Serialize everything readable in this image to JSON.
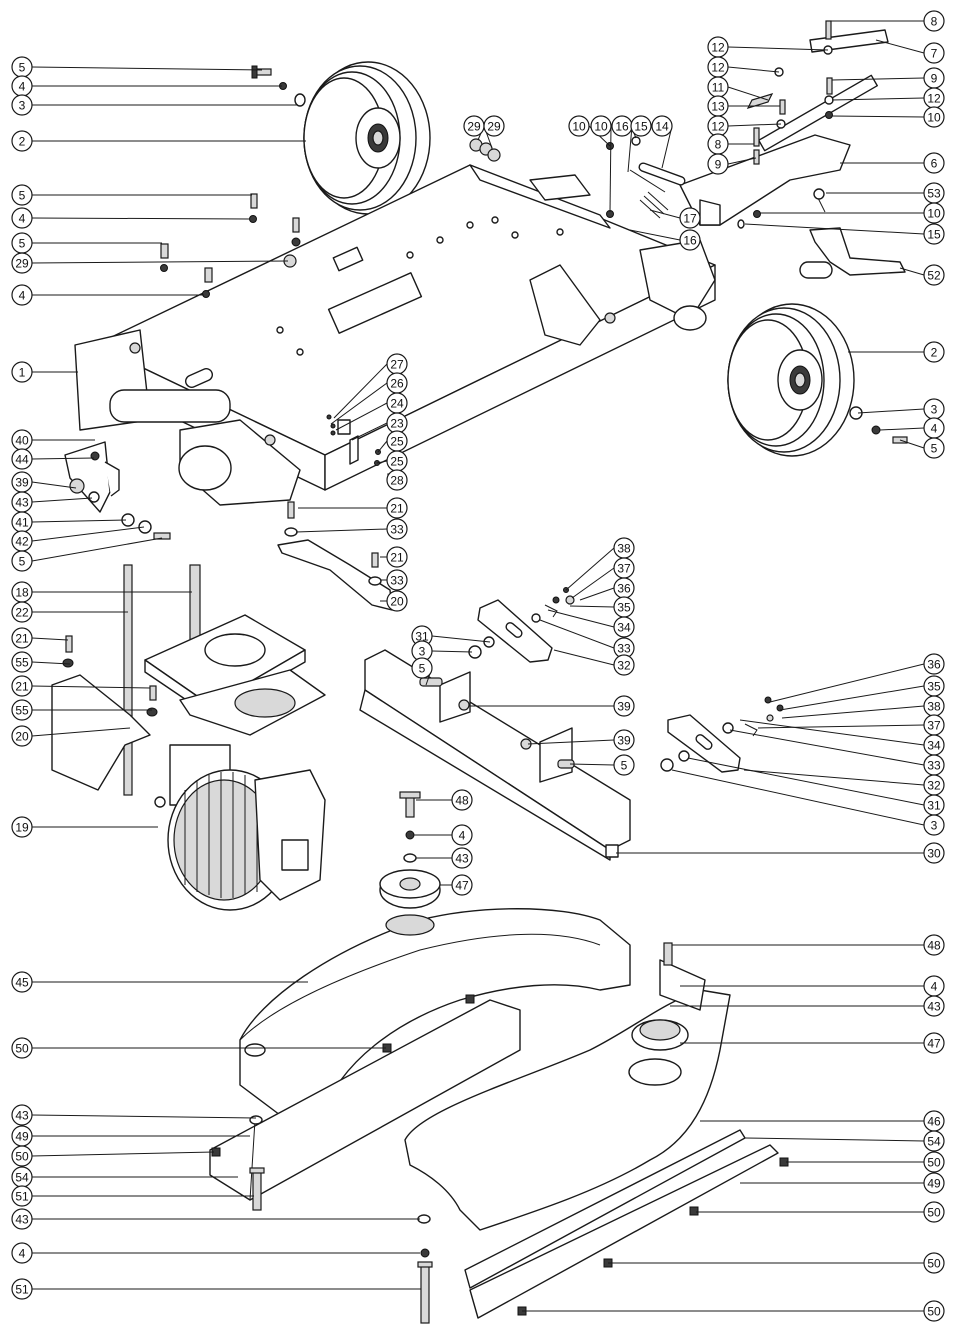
{
  "callouts": [
    {
      "n": "8"
    },
    {
      "n": "12"
    },
    {
      "n": "7"
    },
    {
      "n": "12"
    },
    {
      "n": "9"
    },
    {
      "n": "11"
    },
    {
      "n": "12"
    },
    {
      "n": "13"
    },
    {
      "n": "10"
    },
    {
      "n": "12"
    },
    {
      "n": "29"
    },
    {
      "n": "29"
    },
    {
      "n": "10"
    },
    {
      "n": "10"
    },
    {
      "n": "16"
    },
    {
      "n": "15"
    },
    {
      "n": "14"
    },
    {
      "n": "8"
    },
    {
      "n": "9"
    },
    {
      "n": "6"
    },
    {
      "n": "53"
    },
    {
      "n": "17"
    },
    {
      "n": "10"
    },
    {
      "n": "16"
    },
    {
      "n": "15"
    },
    {
      "n": "52"
    },
    {
      "n": "5"
    },
    {
      "n": "4"
    },
    {
      "n": "3"
    },
    {
      "n": "2"
    },
    {
      "n": "5"
    },
    {
      "n": "4"
    },
    {
      "n": "5"
    },
    {
      "n": "29"
    },
    {
      "n": "4"
    },
    {
      "n": "1"
    },
    {
      "n": "2"
    },
    {
      "n": "3"
    },
    {
      "n": "4"
    },
    {
      "n": "5"
    },
    {
      "n": "27"
    },
    {
      "n": "26"
    },
    {
      "n": "24"
    },
    {
      "n": "23"
    },
    {
      "n": "25"
    },
    {
      "n": "25"
    },
    {
      "n": "28"
    },
    {
      "n": "40"
    },
    {
      "n": "44"
    },
    {
      "n": "39"
    },
    {
      "n": "43"
    },
    {
      "n": "41"
    },
    {
      "n": "42"
    },
    {
      "n": "5"
    },
    {
      "n": "21"
    },
    {
      "n": "33"
    },
    {
      "n": "21"
    },
    {
      "n": "33"
    },
    {
      "n": "20"
    },
    {
      "n": "18"
    },
    {
      "n": "22"
    },
    {
      "n": "21"
    },
    {
      "n": "55"
    },
    {
      "n": "21"
    },
    {
      "n": "55"
    },
    {
      "n": "20"
    },
    {
      "n": "38"
    },
    {
      "n": "37"
    },
    {
      "n": "36"
    },
    {
      "n": "35"
    },
    {
      "n": "34"
    },
    {
      "n": "33"
    },
    {
      "n": "32"
    },
    {
      "n": "31"
    },
    {
      "n": "3"
    },
    {
      "n": "5"
    },
    {
      "n": "39"
    },
    {
      "n": "39"
    },
    {
      "n": "5"
    },
    {
      "n": "36"
    },
    {
      "n": "35"
    },
    {
      "n": "38"
    },
    {
      "n": "37"
    },
    {
      "n": "34"
    },
    {
      "n": "33"
    },
    {
      "n": "32"
    },
    {
      "n": "31"
    },
    {
      "n": "3"
    },
    {
      "n": "30"
    },
    {
      "n": "19"
    },
    {
      "n": "48"
    },
    {
      "n": "4"
    },
    {
      "n": "43"
    },
    {
      "n": "47"
    },
    {
      "n": "45"
    },
    {
      "n": "48"
    },
    {
      "n": "4"
    },
    {
      "n": "43"
    },
    {
      "n": "47"
    },
    {
      "n": "50"
    },
    {
      "n": "46"
    },
    {
      "n": "43"
    },
    {
      "n": "49"
    },
    {
      "n": "50"
    },
    {
      "n": "54"
    },
    {
      "n": "51"
    },
    {
      "n": "43"
    },
    {
      "n": "4"
    },
    {
      "n": "51"
    },
    {
      "n": "54"
    },
    {
      "n": "50"
    },
    {
      "n": "49"
    },
    {
      "n": "50"
    },
    {
      "n": "50"
    },
    {
      "n": "50"
    }
  ]
}
